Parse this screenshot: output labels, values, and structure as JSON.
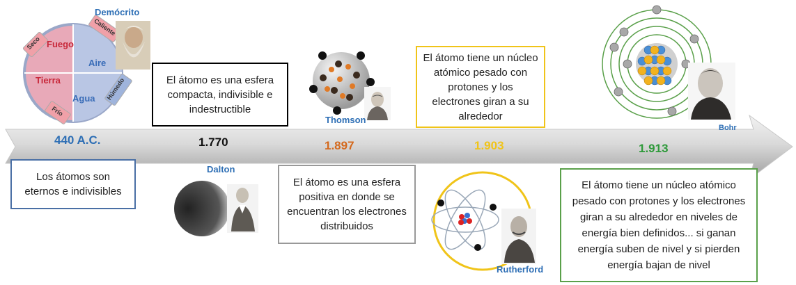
{
  "colors": {
    "democrito": "#2e6fb5",
    "dalton": "#111111",
    "thomson": "#d4691d",
    "rutherford": "#f0c419",
    "bohr": "#2e9a3a",
    "dalton_box": "#000000",
    "democrito_box": "#4a6fa5",
    "thomson_box": "#999999",
    "rutherford_box": "#f0c419",
    "bohr_box": "#5aa04a"
  },
  "timeline": {
    "events": [
      {
        "year": "440 A.C.",
        "scientist": "Demócrito",
        "description": "Los átomos son eternos e indivisibles"
      },
      {
        "year": "1.770",
        "scientist": "Dalton",
        "description": "El átomo es una esfera compacta, indivisible e indestructible"
      },
      {
        "year": "1.897",
        "scientist": "Thomson",
        "description": "El átomo es una esfera positiva en donde se encuentran los electrones distribuidos"
      },
      {
        "year": "1.903",
        "scientist": "Rutherford",
        "description": "El átomo tiene un núcleo atómico pesado con protones y los electrones giran a su alrededor"
      },
      {
        "year": "1.913",
        "scientist": "Bohr",
        "description": "El átomo tiene un núcleo atómico pesado con protones y los electrones giran a su alrededor en niveles de energía bien definidos... si ganan energía suben de nivel y si pierden energía bajan de nivel"
      }
    ]
  },
  "elements_diagram": {
    "elements": [
      "Fuego",
      "Aire",
      "Tierra",
      "Agua"
    ],
    "qualities": [
      "Seco",
      "Caliente",
      "Frío",
      "Húmedo"
    ]
  },
  "thomson_charge": "−",
  "bohr_nucleus_charge": "+",
  "bohr_electron_charge": "−"
}
